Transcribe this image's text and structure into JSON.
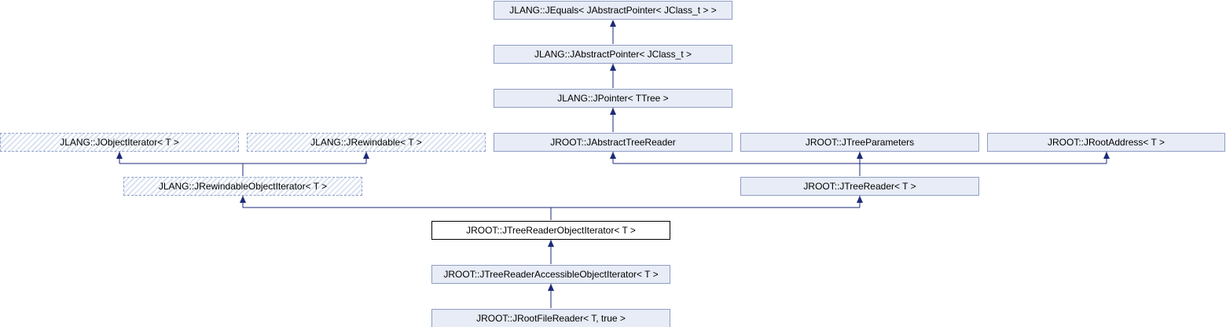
{
  "diagram": {
    "nodes": {
      "jequals": "JLANG::JEquals< JAbstractPointer< JClass_t > >",
      "jabstractpointer": "JLANG::JAbstractPointer< JClass_t >",
      "jpointer": "JLANG::JPointer< TTree >",
      "jobjectiterator": "JLANG::JObjectIterator< T >",
      "jrewindable": "JLANG::JRewindable< T >",
      "jabstracttreereader": "JROOT::JAbstractTreeReader",
      "jtreeparameters": "JROOT::JTreeParameters",
      "jrootaddress": "JROOT::JRootAddress< T >",
      "jrewindableobjectiterator": "JLANG::JRewindableObjectIterator< T >",
      "jtreereader": "JROOT::JTreeReader< T >",
      "jtreereaderobjectiterator": "JROOT::JTreeReaderObjectIterator< T >",
      "jtreereaderaccessibleobjectiterator": "JROOT::JTreeReaderAccessibleObjectIterator< T >",
      "jrootfilereader": "JROOT::JRootFileReader< T, true >"
    },
    "colors": {
      "edge": "#1c2a78",
      "node_fill": "#e8ecf6",
      "node_border": "#8f9dc4"
    }
  }
}
